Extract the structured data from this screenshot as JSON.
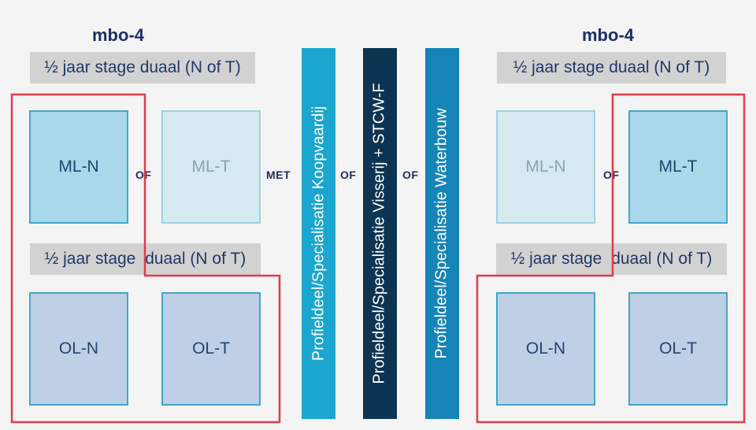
{
  "left_panel": {
    "heading": "mbo-4",
    "stage_top": "½ jaar stage duaal (N of T)",
    "stage_mid_a": "½ jaar stage",
    "stage_mid_b": "duaal (N of T)",
    "ml_n": "ML-N",
    "ml_t": "ML-T",
    "ol_n": "OL-N",
    "ol_t": "OL-T",
    "or_between_ml": "OF"
  },
  "connectors": {
    "met": "MET",
    "of_1": "OF",
    "of_2": "OF"
  },
  "specializations": [
    {
      "label": "Profieldeel/Specialisatie Koopvaardij",
      "color": "#1aa6cf"
    },
    {
      "label": "Profieldeel/Specialisatie Visserij + STCW-F",
      "color": "#0d3452"
    },
    {
      "label": "Profieldeel/Specialisatie Waterbouw",
      "color": "#1684b7"
    }
  ],
  "right_panel": {
    "heading": "mbo-4",
    "stage_top": "½ jaar stage duaal (N of T)",
    "stage_mid_a": "½ jaar stage",
    "stage_mid_b": "duaal (N of T)",
    "ml_n": "ML-N",
    "ml_t": "ML-T",
    "ol_n": "OL-N",
    "ol_t": "OL-T",
    "or_between_ml": "OF"
  },
  "colors": {
    "outline": "#e23a4e",
    "heading": "#1a2f6b"
  }
}
